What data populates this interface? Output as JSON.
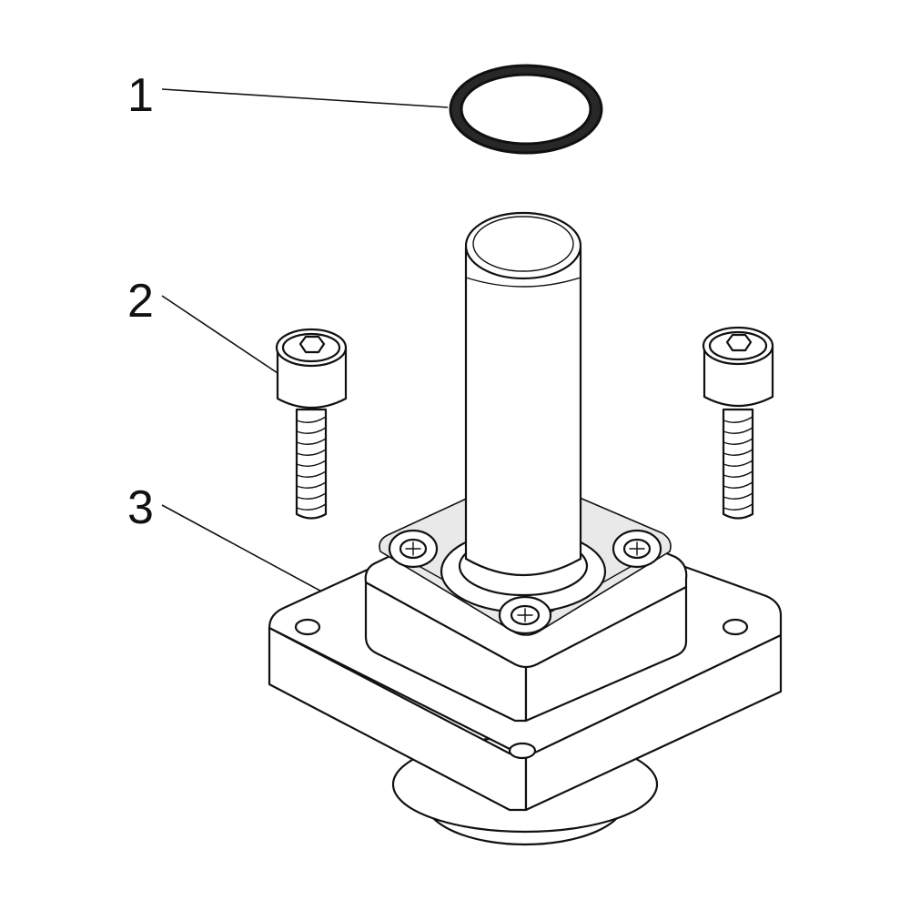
{
  "callouts": [
    {
      "id": "1",
      "label": "1"
    },
    {
      "id": "2",
      "label": "2"
    },
    {
      "id": "3",
      "label": "3"
    }
  ],
  "parts": {
    "o_ring": "o-ring",
    "screws": "cap-screw",
    "armature_tube_assembly": "armature-tube-assembly"
  },
  "colors": {
    "line": "#111111",
    "background": "#ffffff"
  }
}
